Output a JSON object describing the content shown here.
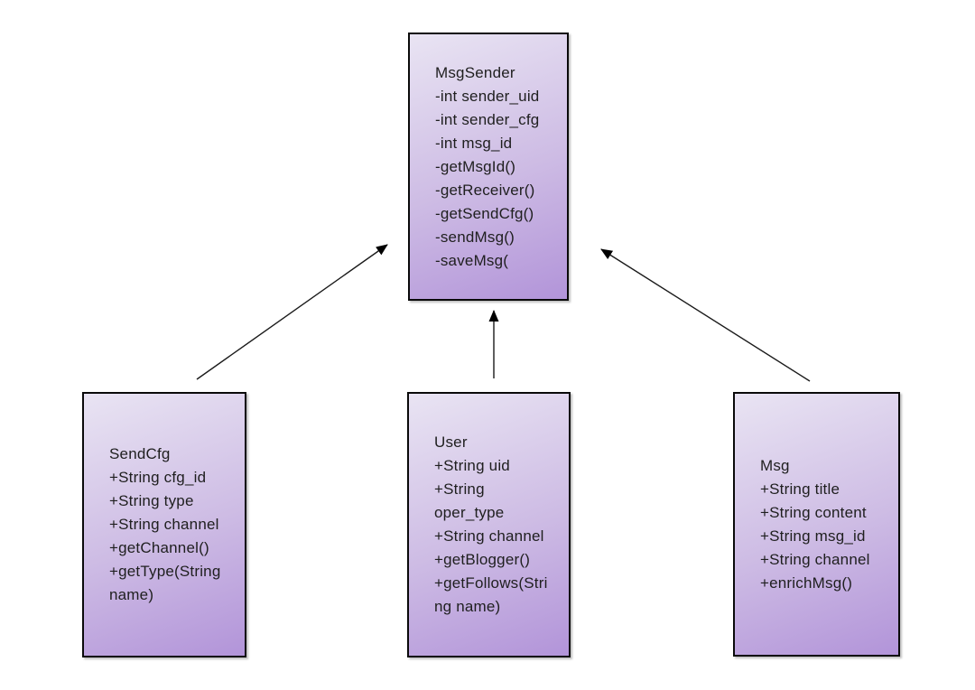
{
  "diagram": {
    "background_color": "#ffffff",
    "box_border_color": "#0a0a0a",
    "box_gradient_start": "#e9e4f3",
    "box_gradient_end": "#b294d9",
    "text_color": "#1f1f1f",
    "arrow_color": "#000000",
    "nodes": {
      "msgsender": {
        "title": "MsgSender",
        "lines": {
          "0": "-int sender_uid",
          "1": "-int sender_cfg",
          "2": "-int msg_id",
          "3": "-getMsgId()",
          "4": "-getReceiver()",
          "5": "-getSendCfg()",
          "6": "-sendMsg()",
          "7": "-saveMsg("
        }
      },
      "sendcfg": {
        "title": "SendCfg",
        "lines": {
          "0": "+String cfg_id",
          "1": "+String type",
          "2": "+String channel",
          "3": "+getChannel()",
          "4": "+getType(String",
          "5": "name)"
        }
      },
      "user": {
        "title": "User",
        "lines": {
          "0": "+String uid",
          "1": "+String",
          "2": "oper_type",
          "3": "+String channel",
          "4": "+getBlogger()",
          "5": "+getFollows(Stri",
          "6": "ng name)"
        }
      },
      "msg": {
        "title": "Msg",
        "lines": {
          "0": "+String title",
          "1": "+String content",
          "2": "+String msg_id",
          "3": "+String channel",
          "4": "+enrichMsg()"
        }
      }
    },
    "edges": [
      {
        "from": "SendCfg",
        "to": "MsgSender",
        "style": "arrow"
      },
      {
        "from": "User",
        "to": "MsgSender",
        "style": "arrow"
      },
      {
        "from": "Msg",
        "to": "MsgSender",
        "style": "arrow"
      }
    ]
  }
}
